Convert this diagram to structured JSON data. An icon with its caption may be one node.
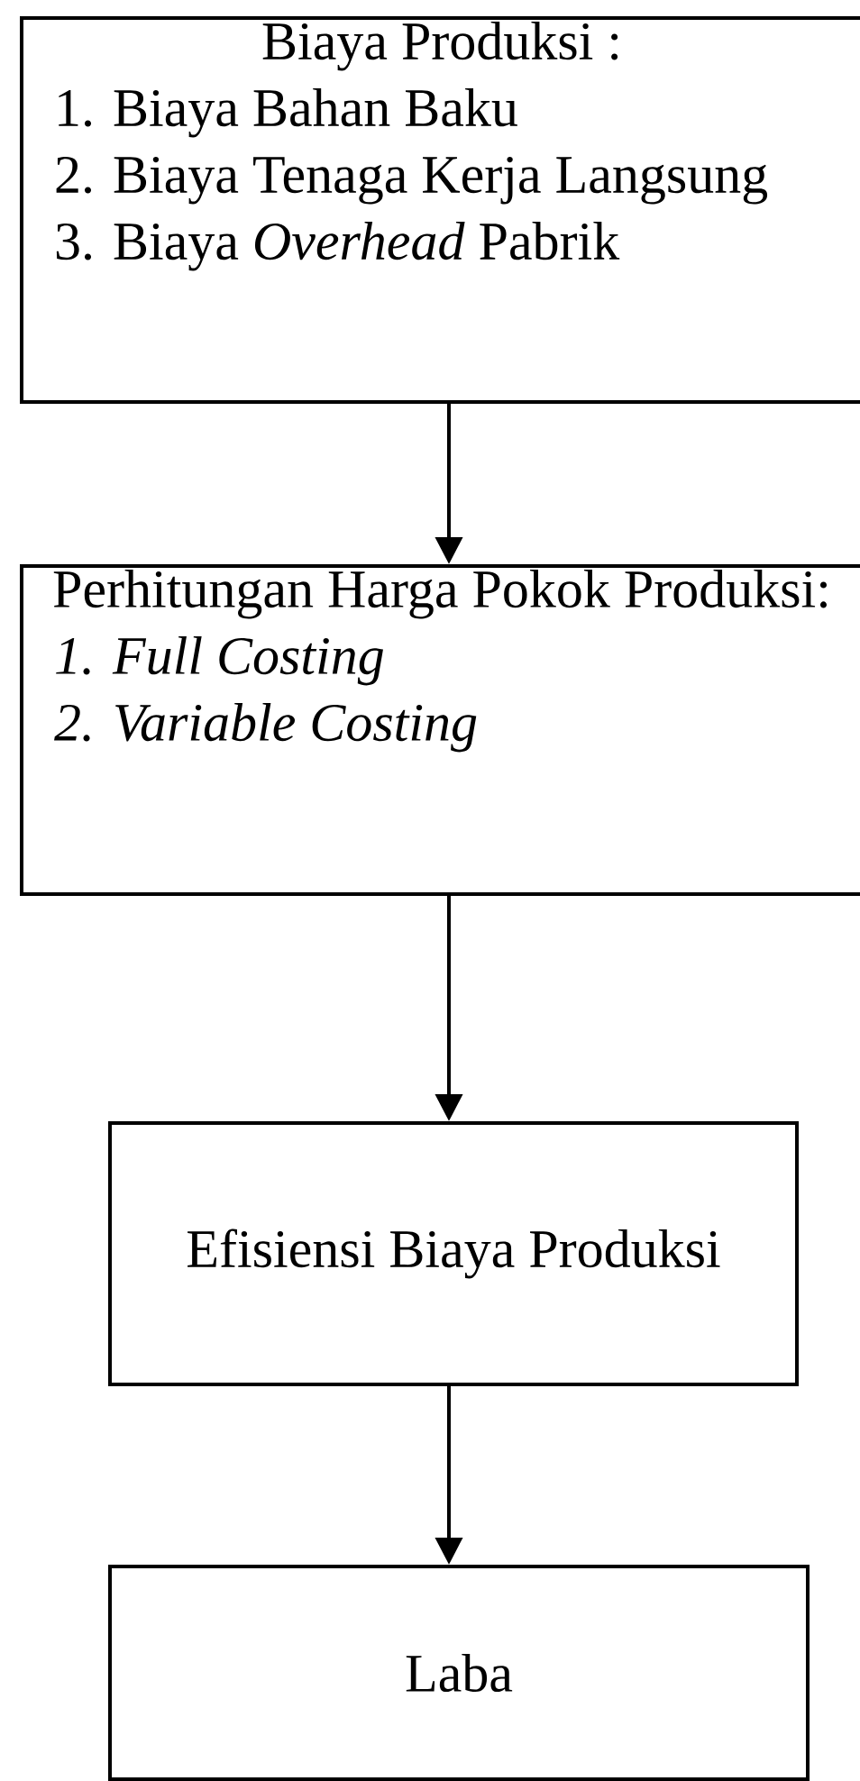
{
  "diagram": {
    "nodes": [
      {
        "text": [
          "Biaya Produksi :",
          "1. Biaya Bahan Baku",
          "2. Biaya Tenaga Kerja Langsung",
          "3. Biaya *Overhead* Pabrik"
        ]
      },
      {
        "text": [
          "Perhitungan Harga Pokok Produksi:",
          "1. Full Costing",
          "2. Variable Costing"
        ]
      },
      {
        "text": [
          "Efisiensi Biaya Produksi"
        ]
      },
      {
        "text": [
          "Laba"
        ]
      }
    ],
    "edges": [
      {
        "from": 0,
        "to": 1,
        "arrow": "to"
      },
      {
        "from": 1,
        "to": 2,
        "arrow": "to"
      },
      {
        "from": 2,
        "to": 3,
        "arrow": "to"
      }
    ]
  }
}
